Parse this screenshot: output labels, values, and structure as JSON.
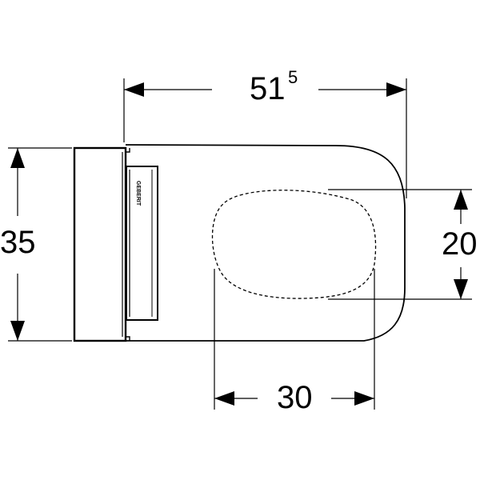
{
  "dimensions": {
    "overall_length": {
      "main": "51",
      "sup": "5"
    },
    "overall_height": "35",
    "seat_opening_width": "20",
    "seat_opening_length": "30"
  },
  "logo": {
    "text": "GEBERIT"
  },
  "colors": {
    "stroke": "#000000",
    "background": "#ffffff"
  }
}
